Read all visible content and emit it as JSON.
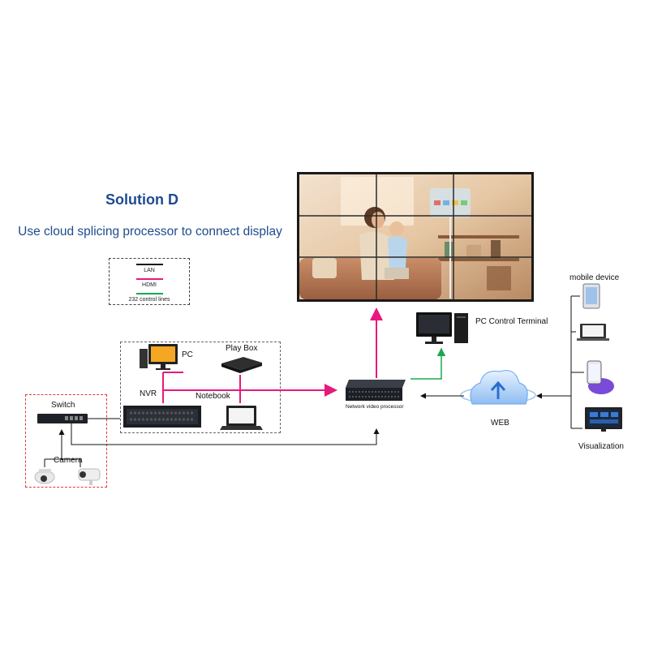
{
  "title": "Solution D",
  "subtitle": "Use cloud splicing processor to connect display",
  "legend": {
    "items": [
      {
        "label": "LAN",
        "color": "#111111"
      },
      {
        "label": "HDMI",
        "color": "#e8197c"
      },
      {
        "label": "232 control lines",
        "color": "#1aa84f"
      }
    ]
  },
  "nodes": {
    "pc": "PC",
    "play_box": "Play Box",
    "nvr": "NVR",
    "notebook": "Notebook",
    "switch": "Switch",
    "camera": "Camera",
    "processor": "Network video processor",
    "pc_control_terminal": "PC Control Terminal",
    "web": "WEB",
    "mobile_device": "mobile device",
    "visualization": "Visualization"
  },
  "colors": {
    "title": "#1e4b8f",
    "hdmi": "#e8197c",
    "lan": "#111111",
    "control": "#1aa84f",
    "group_border_red": "#e03a3a",
    "group_border_grey": "#666666"
  }
}
